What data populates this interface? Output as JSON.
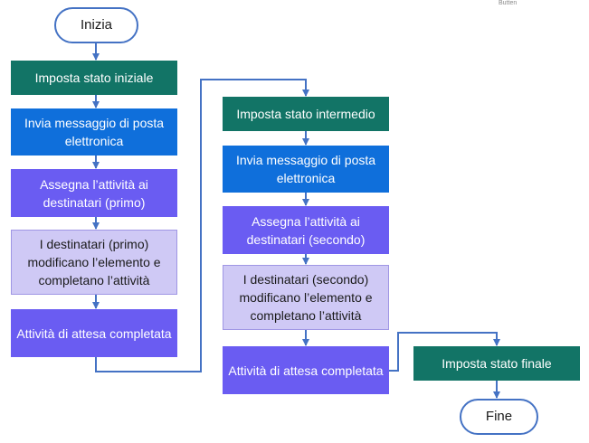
{
  "colors": {
    "connector": "#4472c4",
    "teal": "#127466",
    "blue": "#0f6fdb",
    "violet": "#6a5cf2",
    "lavender": "#cfc9f5",
    "terminal_border": "#4472c4"
  },
  "cropped_corner_text": "Butten",
  "flow": {
    "start": "Inizia",
    "column1": {
      "set_initial_state": "Imposta stato iniziale",
      "send_email": "Invia messaggio di posta elettronica",
      "assign_task": "Assegna l’attività ai destinatari (primo)",
      "recipients_edit": "I destinatari (primo) modificano l’elemento e completano l’attività",
      "wait_complete": "Attività di attesa completata"
    },
    "column2": {
      "set_intermediate_state": "Imposta stato intermedio",
      "send_email": "Invia messaggio di posta elettronica",
      "assign_task": "Assegna l’attività ai destinatari (secondo)",
      "recipients_edit": "I destinatari (secondo) modificano l’elemento e completano l’attività",
      "wait_complete": "Attività di attesa completata"
    },
    "column3": {
      "set_final_state": "Imposta stato finale",
      "end": "Fine"
    }
  }
}
